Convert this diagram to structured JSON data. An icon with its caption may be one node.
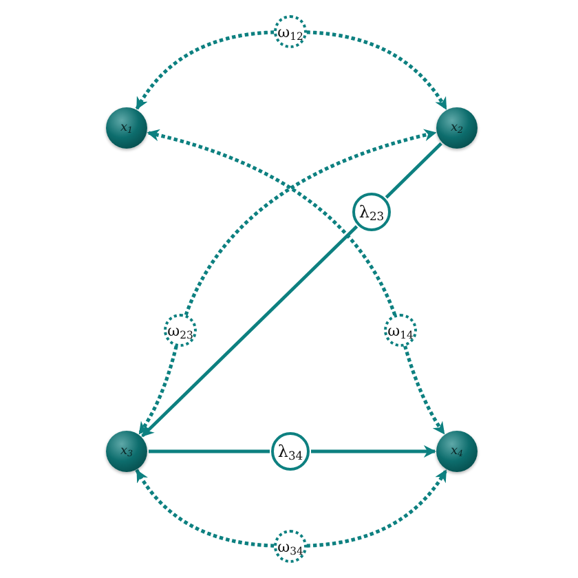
{
  "diagram": {
    "nodes": [
      {
        "text": [
          "x$_{1}$"
        ]
      },
      {
        "text": [
          "x$_{2}$"
        ]
      },
      {
        "text": [
          "x$_{3}$"
        ]
      },
      {
        "text": [
          "x$_{4}$"
        ]
      },
      {
        "text": [
          "ω$_{12}$"
        ]
      },
      {
        "text": [
          "λ$_{23}$"
        ]
      },
      {
        "text": [
          "ω$_{23}$"
        ]
      },
      {
        "text": [
          "ω$_{14}$"
        ]
      },
      {
        "text": [
          "λ$_{34}$"
        ]
      },
      {
        "text": [
          "ω$_{34}$"
        ]
      }
    ],
    "edges": [
      {
        "from": 4,
        "to": 0,
        "arrow": "to",
        "style": "dashed"
      },
      {
        "from": 4,
        "to": 1,
        "arrow": "to",
        "style": "dashed"
      },
      {
        "from": 6,
        "to": 1,
        "arrow": "to",
        "style": "dashed"
      },
      {
        "from": 6,
        "to": 2,
        "arrow": "to",
        "style": "dashed"
      },
      {
        "from": 7,
        "to": 0,
        "arrow": "to",
        "style": "dashed"
      },
      {
        "from": 7,
        "to": 3,
        "arrow": "to",
        "style": "dashed"
      },
      {
        "from": 1,
        "to": 5,
        "arrow": "none"
      },
      {
        "from": 5,
        "to": 2,
        "arrow": "to"
      },
      {
        "from": 2,
        "to": 8,
        "arrow": "none"
      },
      {
        "from": 8,
        "to": 3,
        "arrow": "to"
      },
      {
        "from": 9,
        "to": 2,
        "arrow": "to",
        "style": "dashed"
      },
      {
        "from": 9,
        "to": 3,
        "arrow": "to",
        "style": "dashed"
      }
    ]
  }
}
